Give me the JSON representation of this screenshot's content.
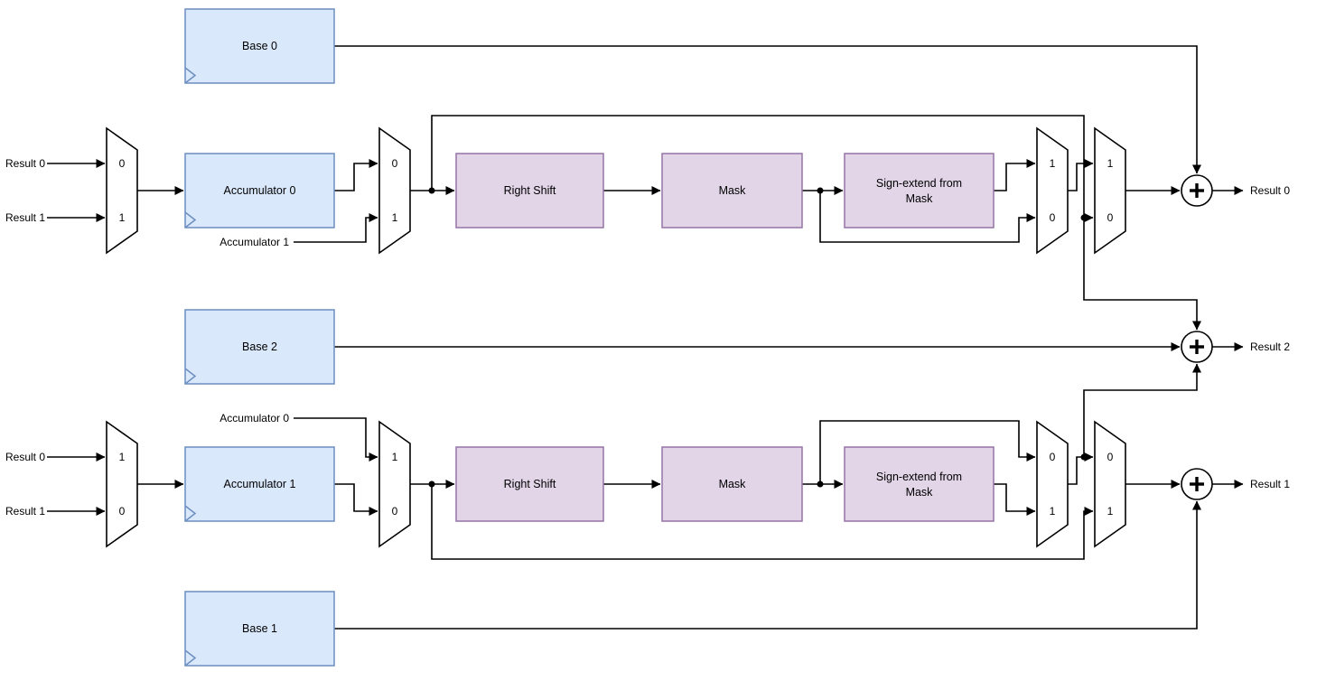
{
  "colors": {
    "background": "#ffffff",
    "register_fill": "#dae8fc",
    "register_stroke": "#6c8ebf",
    "op_fill": "#e1d5e7",
    "op_stroke": "#9673a6",
    "wire": "#000000"
  },
  "registers": {
    "base0": "Base 0",
    "acc0": "Accumulator 0",
    "base2": "Base 2",
    "acc1": "Accumulator 1",
    "base1": "Base 1"
  },
  "ops": {
    "row1_shift": "Right Shift",
    "row1_mask": "Mask",
    "row1_signext_line1": "Sign-extend from",
    "row1_signext_line2": "Mask",
    "row2_shift": "Right Shift",
    "row2_mask": "Mask",
    "row2_signext_line1": "Sign-extend from",
    "row2_signext_line2": "Mask"
  },
  "inputs": {
    "row1_result0": "Result 0",
    "row1_result1": "Result 1",
    "row2_result0": "Result 0",
    "row2_result1": "Result 1"
  },
  "outputs": {
    "result0": "Result 0",
    "result2": "Result 2",
    "result1": "Result 1"
  },
  "wire_labels": {
    "row1_acc1": "Accumulator 1",
    "row2_acc0": "Accumulator 0"
  },
  "mux_labels": {
    "m1_top": "0",
    "m1_bottom": "1",
    "m2_top": "0",
    "m2_bottom": "1",
    "m3_top": "1",
    "m3_bottom": "0",
    "m4_top": "1",
    "m4_bottom": "0",
    "m5_top": "1",
    "m5_bottom": "0",
    "m6_top": "1",
    "m6_bottom": "0",
    "m7_top": "0",
    "m7_bottom": "1",
    "m8_top": "0",
    "m8_bottom": "1"
  }
}
